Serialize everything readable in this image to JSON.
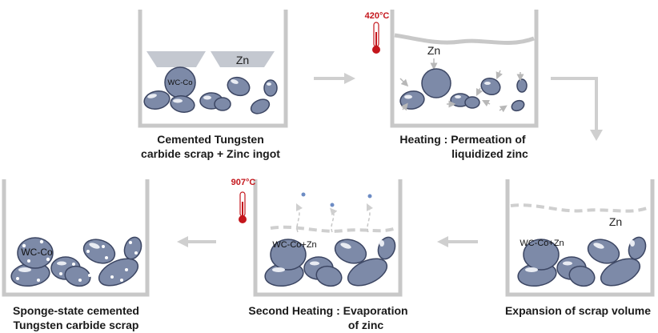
{
  "steps": [
    {
      "caption_lines": [
        "Cemented Tungsten",
        "carbide scrap + Zinc ingot"
      ],
      "labels": [
        "Zn",
        "WC-Co"
      ]
    },
    {
      "caption_lines": [
        "Heating :  Permeation of",
        "liquidized zinc"
      ],
      "labels": [
        "Zn"
      ],
      "temperature": "420°C"
    },
    {
      "caption_lines": [
        "Expansion of scrap volume"
      ],
      "labels": [
        "Zn",
        "WC-Co+Zn"
      ]
    },
    {
      "caption_lines": [
        "Second Heating : Evaporation",
        "of zinc"
      ],
      "labels": [
        "WC-Co+Zn"
      ],
      "temperature": "907°C"
    },
    {
      "caption_lines": [
        "Sponge-state cemented",
        "Tungsten carbide scrap"
      ],
      "labels": [
        "WC-Co"
      ]
    }
  ],
  "colors": {
    "container_wall": "#c8c8c8",
    "particle_fill": "#7d8aa8",
    "particle_stroke": "#3c4663",
    "particle_highlight": "#e9ecf3",
    "zinc_ingot": "#c4c8d0",
    "arrow": "#cfcfcf",
    "thermometer_red": "#c4161c",
    "dot_blue": "#6d8cc4"
  },
  "icons": [
    "thermometer-icon",
    "flow-arrow-icon"
  ]
}
